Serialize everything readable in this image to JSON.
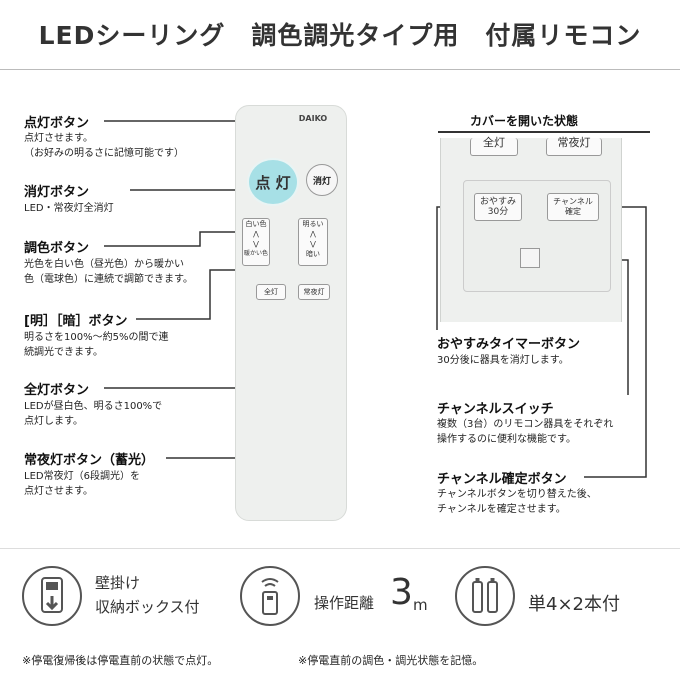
{
  "title": "LEDシーリング　調色調光タイプ用　付属リモコン",
  "left_items": [
    {
      "label": "点灯ボタン",
      "desc": "点灯させます。\n（お好みの明るさに記憶可能です）"
    },
    {
      "label": "消灯ボタン",
      "desc": "LED・常夜灯全消灯"
    },
    {
      "label": "調色ボタン",
      "desc": "光色を白い色（昼光色）から暖かい\n色（電球色）に連続で調節できます。"
    },
    {
      "label": "[明］［暗］ボタン",
      "desc": "明るさを100%〜約5%の間で連\n続調光できます。"
    },
    {
      "label": "全灯ボタン",
      "desc": "LEDが昼白色、明るさ100%で\n点灯します。"
    },
    {
      "label": "常夜灯ボタン（蓄光）",
      "desc": "LED常夜灯（6段調光）を\n点灯させます。"
    }
  ],
  "remote": {
    "brand": "DAIKO",
    "on_label": "点 灯",
    "off_label": "消灯",
    "color_top": "白い色",
    "color_bottom": "暖かい色",
    "bright_top": "明るい",
    "bright_bottom": "暗い",
    "all_on": "全灯",
    "night": "常夜灯",
    "up_arrow": "⋀",
    "down_arrow": "⋁"
  },
  "cover": {
    "heading": "カバーを開いた状態",
    "top_left": "全灯",
    "top_right": "常夜灯",
    "sleep_line1": "おやすみ",
    "sleep_line2": "30分",
    "confirm_line1": "チャンネル",
    "confirm_line2": "確定"
  },
  "right_items": [
    {
      "label": "おやすみタイマーボタン",
      "desc": "30分後に器具を消灯します。"
    },
    {
      "label": "チャンネルスイッチ",
      "desc": "複数（3台）のリモコン器具をそれぞれ\n操作するのに便利な機能です。"
    },
    {
      "label": "チャンネル確定ボタン",
      "desc": "チャンネルボタンを切り替えた後、\nチャンネルを確定させます。"
    }
  ],
  "footer": {
    "wall_line1": "壁掛け",
    "wall_line2": "収納ボックス付",
    "distance_label": "操作距離",
    "distance_value": "3",
    "distance_unit": "m",
    "battery": "単4×2本付"
  },
  "notes": [
    "※停電復帰後は停電直前の状態で点灯。",
    "※停電直前の調色・調光状態を記憶。"
  ],
  "colors": {
    "on_button": "#a7e0e6",
    "line": "#333333"
  }
}
